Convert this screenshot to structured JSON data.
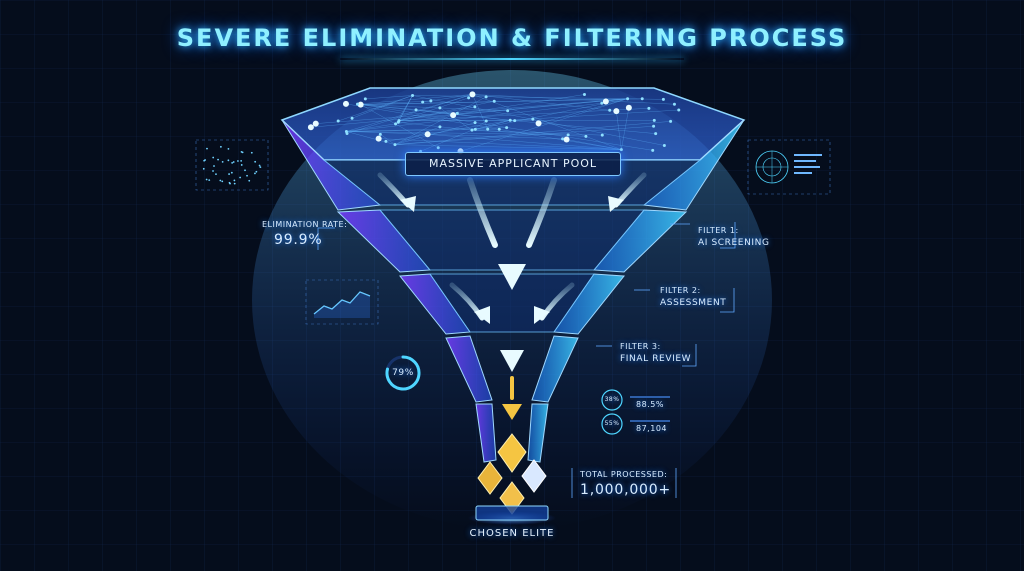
{
  "title": "SEVERE ELIMINATION & FILTERING PROCESS",
  "pool_label": "MASSIVE APPLICANT POOL",
  "elimination": {
    "label": "ELIMINATION RATE:",
    "value": "99.9%"
  },
  "filters": [
    {
      "line1": "FILTER 1:",
      "line2": "AI SCREENING"
    },
    {
      "line1": "FILTER 2:",
      "line2": "ASSESSMENT"
    },
    {
      "line1": "FILTER 3:",
      "line2": "FINAL REVIEW"
    }
  ],
  "gauge": {
    "label": "79%",
    "fraction": 0.79
  },
  "side_stats": [
    {
      "badge": "38%",
      "value": "88.5%"
    },
    {
      "badge": "55%",
      "value": "87,104"
    }
  ],
  "total": {
    "label": "TOTAL PROCESSED:",
    "value": "1,000,000+"
  },
  "elite_label": "CHOSEN ELITE",
  "colors": {
    "background": "#050d1c",
    "accent_cyan": "#4fd6ff",
    "accent_blue": "#2b6bff",
    "accent_purple": "#8a4bff",
    "gold": "#f5c542"
  }
}
